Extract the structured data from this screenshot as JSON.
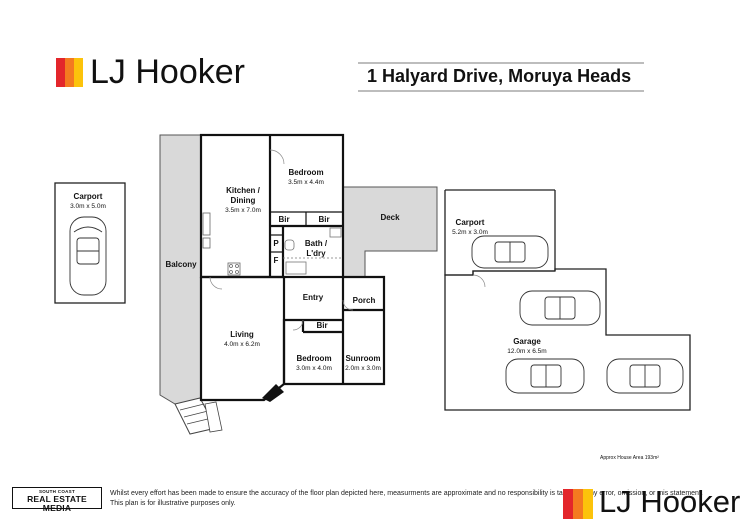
{
  "brand": {
    "logo_text": "LJ Hooker",
    "colors": {
      "red": "#e3262b",
      "orange": "#f47a20",
      "yellow": "#fcc30b"
    }
  },
  "header": {
    "address": "1 Halyard Drive, Moruya Heads"
  },
  "rooms": {
    "carport_left": {
      "name": "Carport",
      "size": "3.0m x 5.0m"
    },
    "kitchen": {
      "name": "Kitchen / Dining",
      "size": "3.5m x 7.0m"
    },
    "bedroom1": {
      "name": "Bedroom",
      "size": "3.5m x 4.4m"
    },
    "deck": {
      "name": "Deck"
    },
    "bir1": {
      "name": "Bir"
    },
    "bir2": {
      "name": "Bir"
    },
    "bir3": {
      "name": "Bir"
    },
    "p": {
      "name": "P"
    },
    "f": {
      "name": "F"
    },
    "bath": {
      "name": "Bath / L'dry"
    },
    "balcony": {
      "name": "Balcony"
    },
    "entry": {
      "name": "Entry"
    },
    "porch": {
      "name": "Porch"
    },
    "living": {
      "name": "Living",
      "size": "4.0m x 6.2m"
    },
    "bedroom2": {
      "name": "Bedroom",
      "size": "3.0m x 4.0m"
    },
    "sunroom": {
      "name": "Sunroom",
      "size": "2.0m x 3.0m"
    },
    "carport_right": {
      "name": "Carport",
      "size": "5.2m x 3.0m"
    },
    "garage": {
      "name": "Garage",
      "size": "12.0m x 6.5m"
    }
  },
  "area_note": "Approx House Area 193m²",
  "footer": {
    "badge_top": "SOUTH COAST",
    "badge_main": "REAL ESTATE MEDIA",
    "disclaimer_line1": "Whilst every effort has been made to ensure the accuracy of the floor plan depicted here, measurments are approximate and no responsibility is taken for any error, omission, or mis statement.",
    "disclaimer_line2": "This plan is for illustrative purposes only."
  }
}
